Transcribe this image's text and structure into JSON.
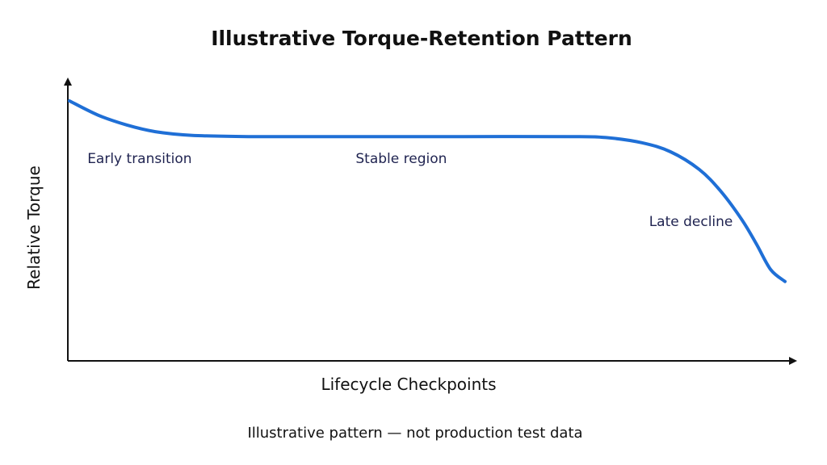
{
  "chart_data": {
    "type": "line",
    "title": "Illustrative Torque-Retention Pattern",
    "xlabel": "Lifecycle Checkpoints",
    "ylabel": "Relative Torque",
    "footnote": "Illustrative pattern — not production test data",
    "xlim": [
      0,
      100
    ],
    "ylim": [
      0,
      100
    ],
    "grid": false,
    "ticks": false,
    "line_color": "#1f6fd6",
    "axis_color": "#111111",
    "annotation_color": "#1f2350",
    "series": [
      {
        "x": [
          0,
          4,
          8,
          12,
          17,
          25,
          40,
          55,
          70,
          75,
          80,
          84,
          88,
          91,
          94,
          96,
          98,
          100
        ],
        "y": [
          100,
          94.5,
          90.7,
          88.1,
          86.7,
          86.2,
          86.2,
          86.2,
          86.2,
          85.8,
          83.8,
          80.3,
          73.5,
          65.1,
          53.9,
          44.6,
          34.7,
          30.1
        ]
      }
    ],
    "annotations": [
      {
        "text": "Early transition",
        "x": 2.5,
        "y": 76
      },
      {
        "text": "Stable region",
        "x": 40,
        "y": 76
      },
      {
        "text": "Late decline",
        "x": 81,
        "y": 51.5
      }
    ]
  }
}
